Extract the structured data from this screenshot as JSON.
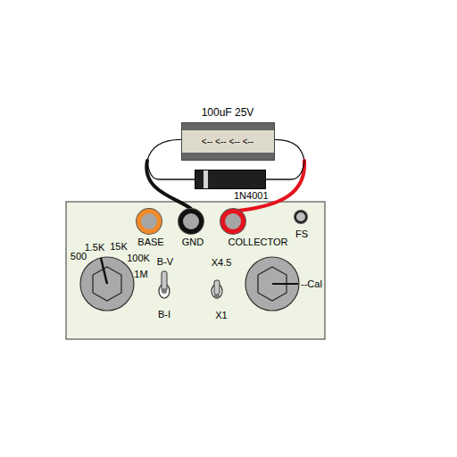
{
  "diagram": {
    "nodes": [
      {
        "text": [
          "100uF 25V",
          "<-- <-- <-- <--"
        ]
      },
      {
        "text": [
          "1N4001"
        ]
      },
      {
        "text": [
          "BASE"
        ]
      },
      {
        "text": [
          "GND"
        ]
      },
      {
        "text": [
          "COLLECTOR"
        ]
      },
      {
        "text": [
          "FS"
        ]
      }
    ],
    "edges": [
      {
        "from": 0,
        "to": 3,
        "arrow": "none"
      },
      {
        "from": 1,
        "to": 3,
        "arrow": "none"
      },
      {
        "from": 0,
        "to": 4,
        "arrow": "none"
      },
      {
        "from": 1,
        "to": 4,
        "arrow": "none"
      }
    ],
    "labels": [
      "500",
      "1.5K",
      "15K",
      "100K",
      "1M",
      "B-V",
      "B-I",
      "X4.5",
      "X1",
      "--Cal"
    ]
  }
}
